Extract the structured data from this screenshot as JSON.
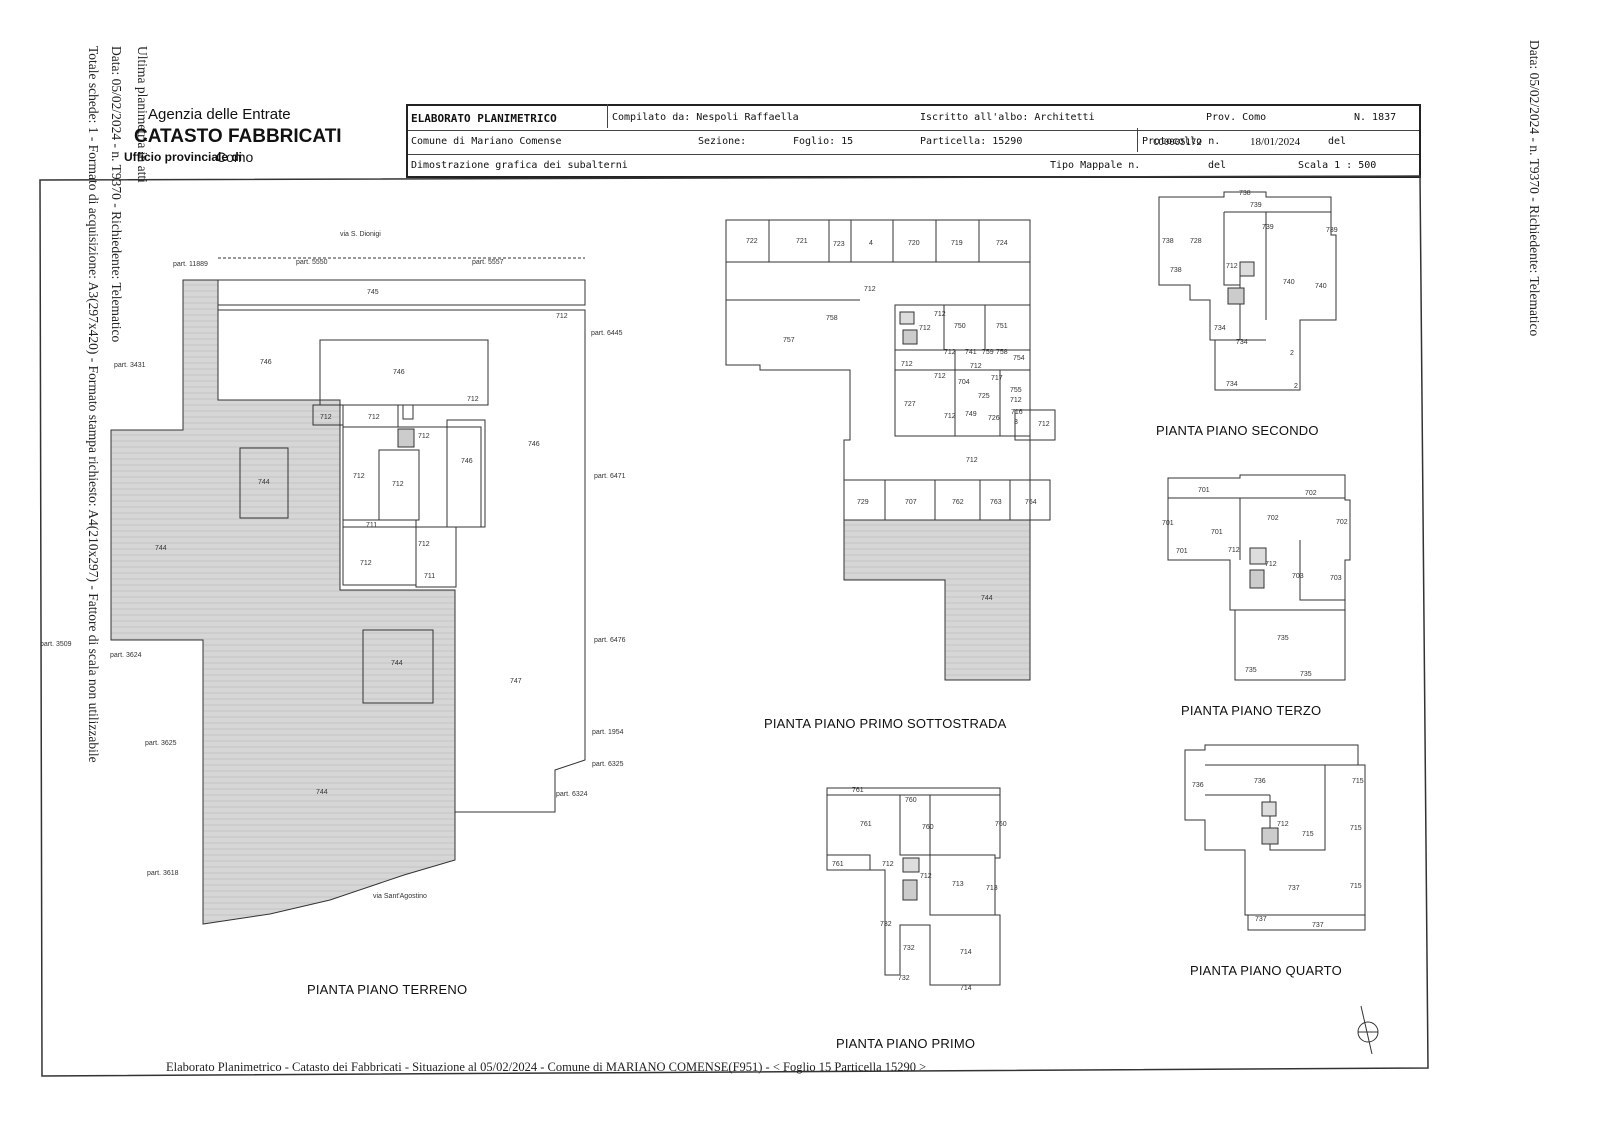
{
  "side_left": {
    "line1": "Ultima planimetria in atti",
    "line2": "Data: 05/02/2024 - n. T9370 - Richiedente: Telematico",
    "line3": "Totale schede: 1 - Formato di acquisizione: A3(297x420) - Formato stampa richiesto: A4(210x297) - Fattore di scala non utilizzabile"
  },
  "side_right": "Data: 05/02/2024 - n. T9370 - Richiedente: Telematico",
  "agency": {
    "name": "Agenzia delle Entrate",
    "catasto": "CATASTO FABBRICATI",
    "office": "Ufficio provinciale di",
    "province": "Como"
  },
  "header": {
    "title": "ELABORATO PLANIMETRICO",
    "compilato": "Compilato da: Nespoli Raffaella",
    "iscritto": "Iscritto all'albo: Architetti",
    "prov": "Prov. Como",
    "n": "N. 1837",
    "comune": "Comune di Mariano Comense",
    "sezione": "Sezione:",
    "foglio": "Foglio: 15",
    "particella": "Particella: 15290",
    "protocollo": "Protocollo n.",
    "protocollo_num": "CO0005172",
    "protocollo_date": "18/01/2024",
    "del1": "del",
    "dimostrazione": "Dimostrazione grafica dei subalterni",
    "tipo_mappale": "Tipo Mappale n.",
    "del2": "del",
    "scala": "Scala 1 : 500"
  },
  "ground": {
    "via_top": "via S. Dionigi",
    "via_bottom": "via Sant'Agostino",
    "parts": [
      "part. 11889",
      "part. 5550",
      "part. 5557",
      "part. 6445",
      "part. 3431",
      "part. 6471",
      "part. 3509",
      "part. 3624",
      "part. 6476",
      "part. 3625",
      "part. 1954",
      "part. 6325",
      "part. 6324",
      "part. 3618"
    ],
    "subs": [
      "745",
      "712",
      "746",
      "746",
      "712",
      "712",
      "712",
      "712",
      "746",
      "746",
      "744",
      "712",
      "712",
      "744",
      "711",
      "712",
      "712",
      "711",
      "744",
      "747",
      "744"
    ]
  },
  "sotto_subs": [
    "722",
    "721",
    "723",
    "4",
    "720",
    "719",
    "724",
    "712",
    "758",
    "757",
    "712",
    "712",
    "750",
    "751",
    "712",
    "712",
    "712",
    "741",
    "759",
    "758",
    "754",
    "712",
    "704",
    "725",
    "717",
    "755",
    "727",
    "712",
    "749",
    "726",
    "716",
    "712",
    "3",
    "712",
    "712",
    "729",
    "707",
    "762",
    "763",
    "764",
    "744"
  ],
  "secondo_subs": [
    "738",
    "739",
    "739",
    "738",
    "728",
    "738",
    "712",
    "740",
    "740",
    "734",
    "734",
    "2",
    "734",
    "2",
    "739"
  ],
  "terzo_subs": [
    "701",
    "702",
    "701",
    "701",
    "702",
    "702",
    "701",
    "712",
    "712",
    "703",
    "703",
    "735",
    "735",
    "735"
  ],
  "quarto_subs": [
    "736",
    "736",
    "715",
    "712",
    "715",
    "715",
    "737",
    "737",
    "737",
    "715"
  ],
  "primo_subs": [
    "761",
    "760",
    "761",
    "760",
    "760",
    "761",
    "712",
    "712",
    "713",
    "713",
    "732",
    "732",
    "714",
    "732",
    "714"
  ],
  "labels": {
    "terreno": "PIANTA PIANO TERRENO",
    "primo_sotto": "PIANTA PIANO PRIMO SOTTOSTRADA",
    "primo": "PIANTA PIANO PRIMO",
    "secondo": "PIANTA PIANO SECONDO",
    "terzo": "PIANTA PIANO TERZO",
    "quarto": "PIANTA PIANO QUARTO"
  },
  "footer": "Elaborato Planimetrico - Catasto dei Fabbricati - Situazione al 05/02/2024 - Comune di MARIANO COMENSE(F951) - < Foglio 15 Particella 15290 >"
}
